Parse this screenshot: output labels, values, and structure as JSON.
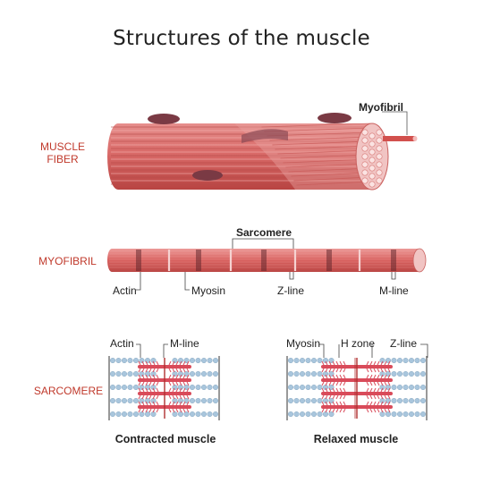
{
  "title": "Structures of the muscle",
  "sections": {
    "muscle_fiber": "MUSCLE\nFIBER",
    "myofibril": "MYOFIBRIL",
    "sarcomere": "SARCOMERE"
  },
  "labels": {
    "myofibril": "Myofibril",
    "sarcomere": "Sarcomere",
    "actin": "Actin",
    "myosin": "Myosin",
    "z_line": "Z-line",
    "m_line": "M-line",
    "h_zone": "H zone"
  },
  "captions": {
    "contracted": "Contracted muscle",
    "relaxed": "Relaxed muscle"
  },
  "colors": {
    "red": "#c0392b",
    "fiber_light": "#e58a8a",
    "fiber_dark": "#b8423f",
    "nucleus": "#7a3a44",
    "actin_bead": "#a9c6dd",
    "myosin": "#d94b5a"
  }
}
